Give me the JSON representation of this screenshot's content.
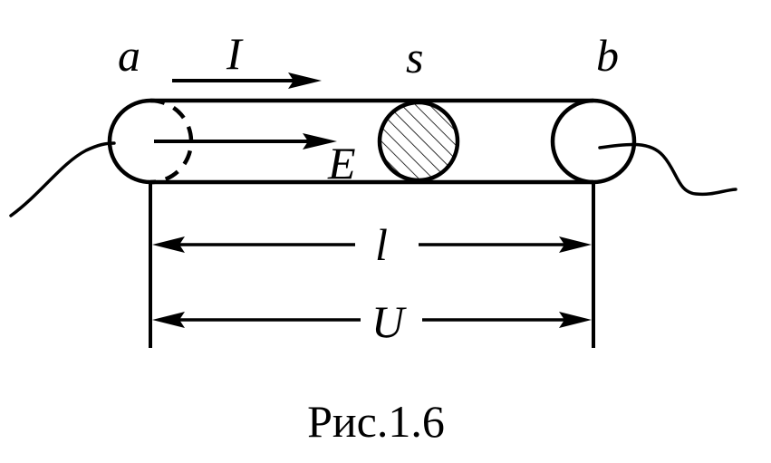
{
  "labels": {
    "end_a": "a",
    "end_b": "b",
    "current": "I",
    "field": "E",
    "cross_section": "s",
    "length": "l",
    "voltage": "U"
  },
  "caption": "Рис.1.6",
  "colors": {
    "ink": "#000000",
    "background": "#ffffff"
  }
}
